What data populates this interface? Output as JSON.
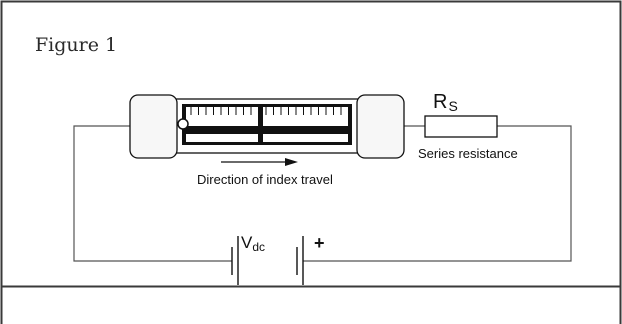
{
  "figure": {
    "title": "Figure 1"
  },
  "diagram": {
    "direction_label": "Direction of index travel",
    "resistor_symbol": "R",
    "resistor_subscript": "S",
    "resistor_caption": "Series resistance",
    "voltage_symbol": "V",
    "voltage_subscript": "dc",
    "polarity_mark": "+"
  },
  "colors": {
    "frame": "#3a3a3a",
    "wire": "#555555",
    "scale_fill": "#111111",
    "end_cap_fill": "#f7f7f7"
  }
}
